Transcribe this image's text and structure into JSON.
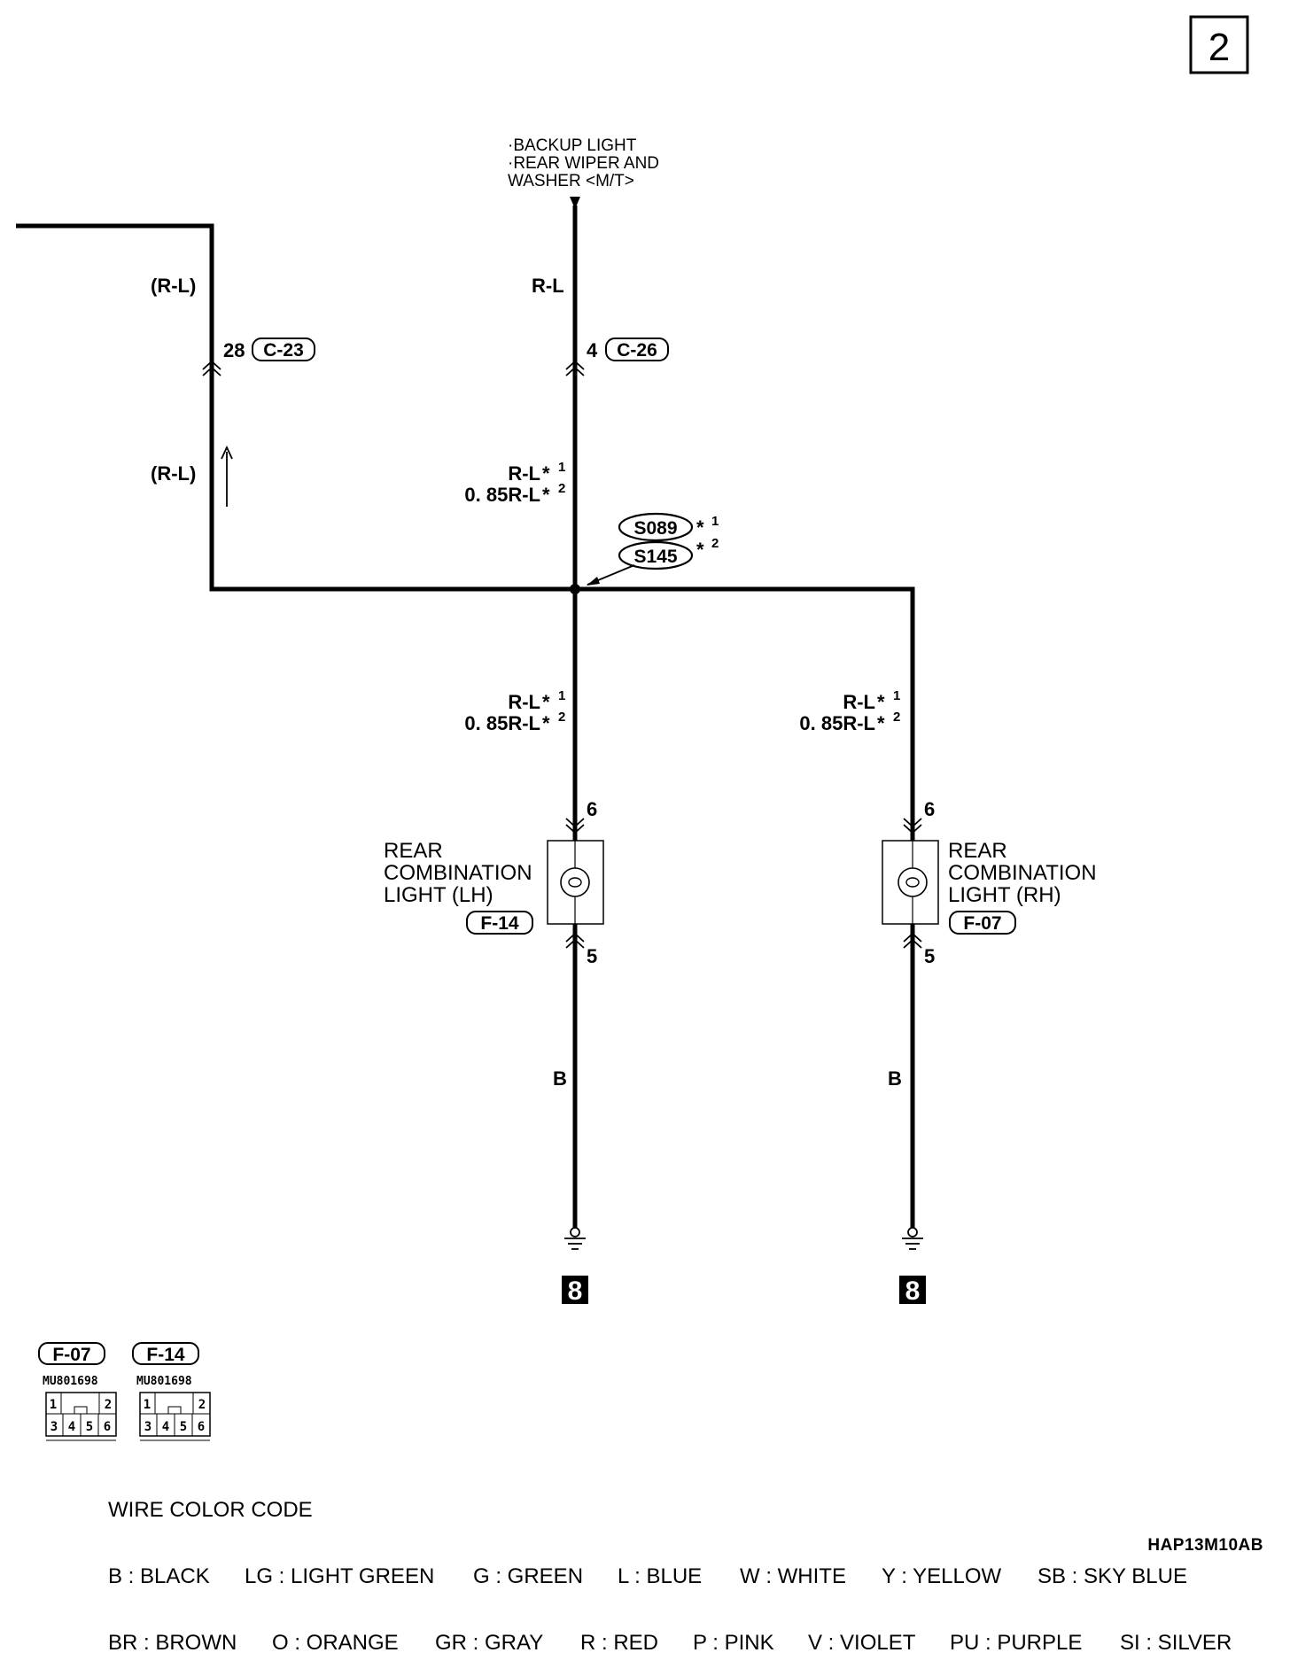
{
  "page_number": "2",
  "destination": {
    "line1": "·BACKUP LIGHT",
    "line2": "·REAR WIPER AND",
    "line3": " WASHER <M/T>"
  },
  "wires": {
    "left_upper": "(R-L)",
    "left_lower": "(R-L)",
    "center_upper": "R-L",
    "center_mid_1": "R-L",
    "center_mid_2": "0. 85R-L",
    "lh_branch_1": "R-L",
    "lh_branch_2": "0. 85R-L",
    "rh_branch_1": "R-L",
    "rh_branch_2": "0. 85R-L",
    "lh_ground": "B",
    "rh_ground": "B"
  },
  "notes": {
    "star": "*",
    "n1": "1",
    "n2": "2"
  },
  "connectors": {
    "c23": {
      "pin": "28",
      "id": "C-23"
    },
    "c26": {
      "pin": "4",
      "id": "C-26"
    }
  },
  "splices": {
    "s089": "S089",
    "s145": "S145"
  },
  "lights": {
    "lh": {
      "line1": "REAR",
      "line2": "COMBINATION",
      "line3": "LIGHT (LH)",
      "connector": "F-14",
      "pin_top": "6",
      "pin_bottom": "5"
    },
    "rh": {
      "line1": "REAR",
      "line2": "COMBINATION",
      "line3": "LIGHT (RH)",
      "connector": "F-07",
      "pin_top": "6",
      "pin_bottom": "5"
    }
  },
  "ground_point": "8",
  "connector_views": [
    {
      "id": "F-07",
      "part": "MU801698",
      "pins_top": [
        "1",
        "2"
      ],
      "pins_bottom": [
        "3",
        "4",
        "5",
        "6"
      ]
    },
    {
      "id": "F-14",
      "part": "MU801698",
      "pins_top": [
        "1",
        "2"
      ],
      "pins_bottom": [
        "3",
        "4",
        "5",
        "6"
      ]
    }
  ],
  "wire_color_code": {
    "title": "WIRE COLOR CODE",
    "row1": [
      "B : BLACK",
      "LG : LIGHT GREEN",
      "G : GREEN",
      "L : BLUE",
      "W : WHITE",
      "Y : YELLOW",
      "SB : SKY BLUE"
    ],
    "row2": [
      "BR : BROWN",
      "O : ORANGE",
      "GR : GRAY",
      "R : RED",
      "P : PINK",
      "V : VIOLET",
      "PU : PURPLE",
      "SI : SILVER"
    ]
  },
  "figure_ref": "HAP13M10AB"
}
